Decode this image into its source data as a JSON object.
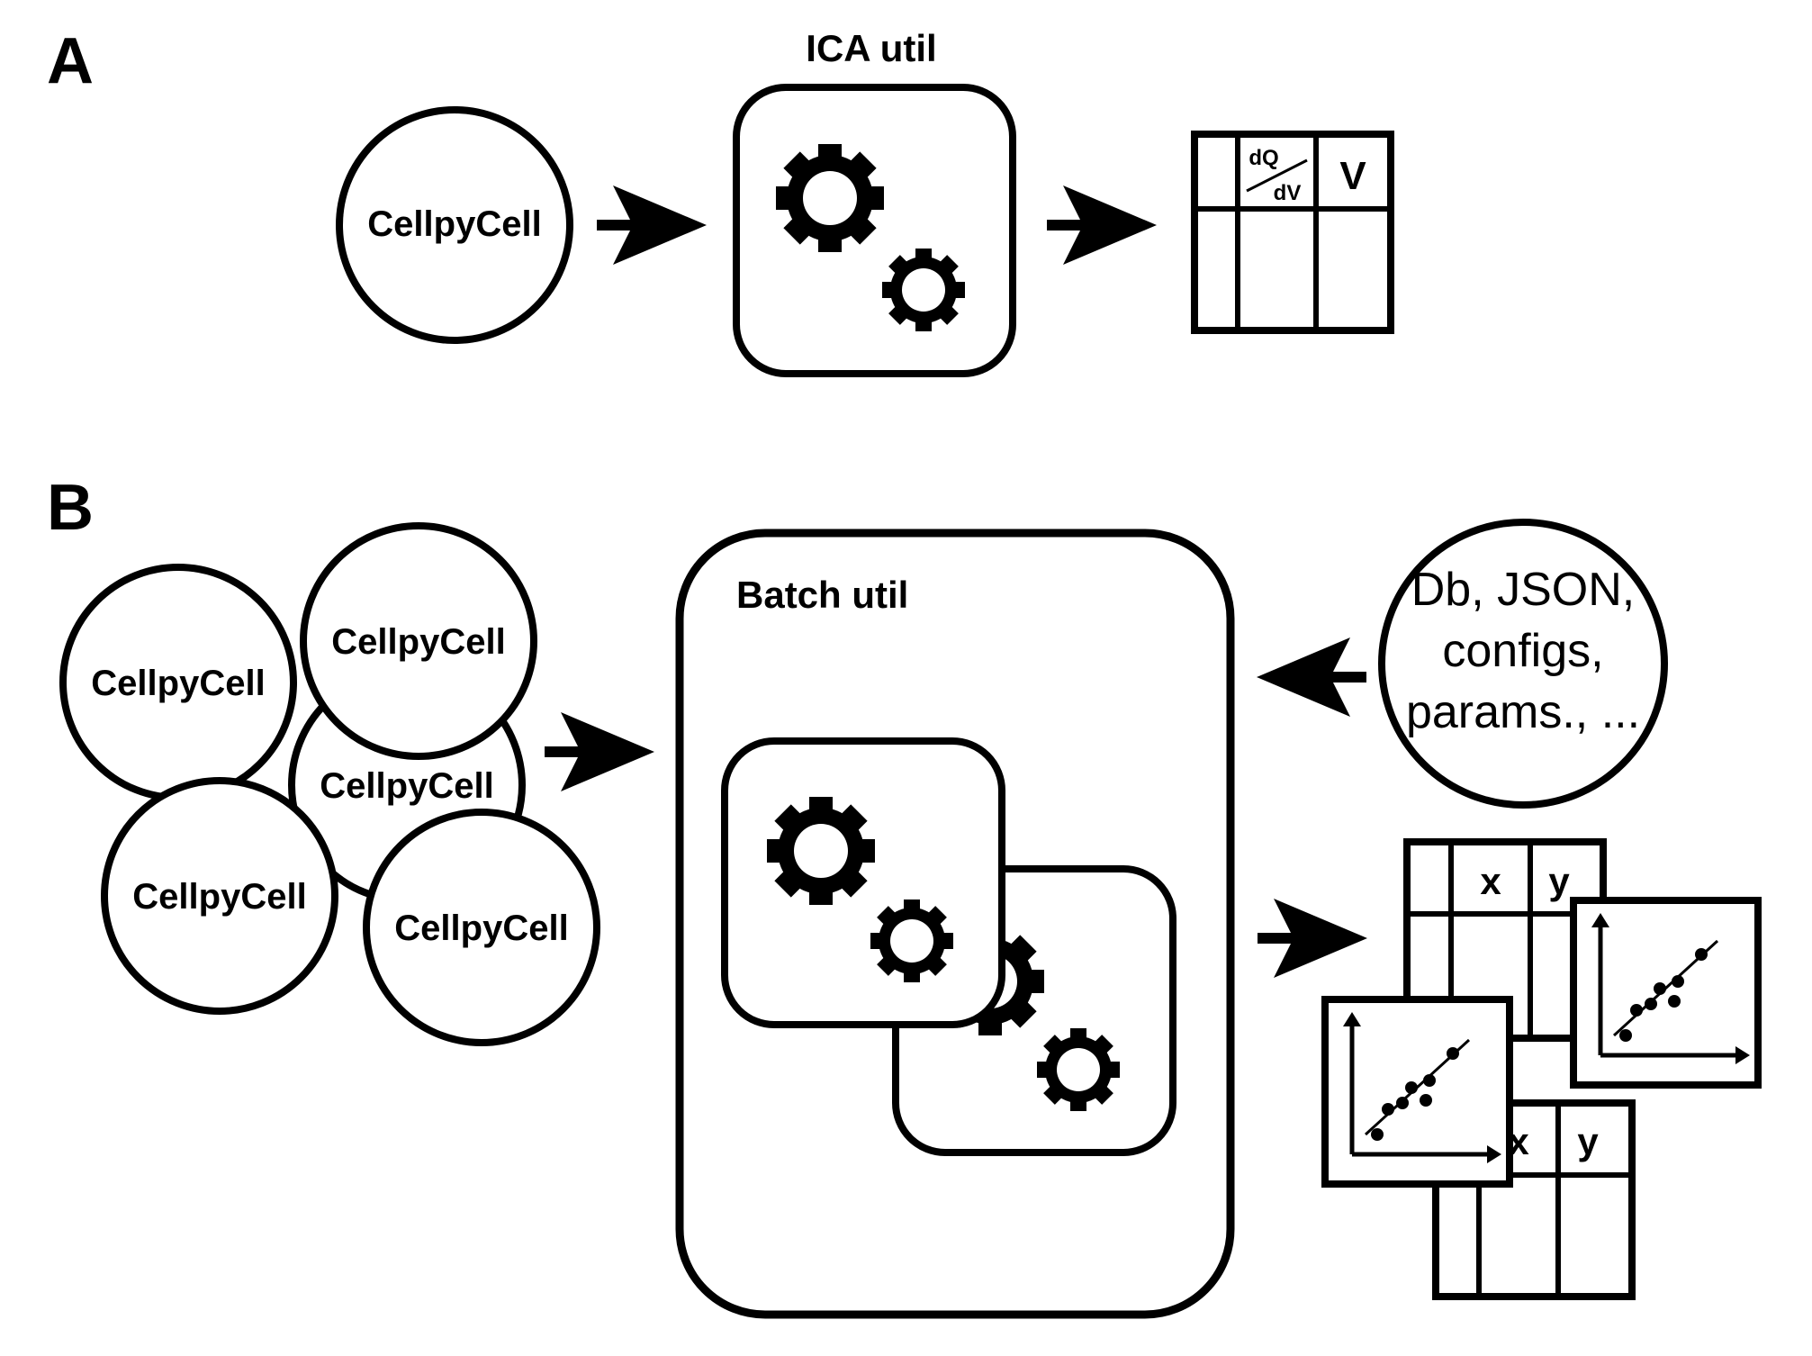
{
  "panels": {
    "a": {
      "label": "A"
    },
    "b": {
      "label": "B"
    }
  },
  "ica": {
    "title": "ICA util",
    "input_label": "CellpyCell",
    "table": {
      "dq": "dQ",
      "dv": "dV",
      "v": "V"
    }
  },
  "batch": {
    "title": "Batch util",
    "cells": [
      "CellpyCell",
      "CellpyCell",
      "CellpyCell",
      "CellpyCell",
      "CellpyCell"
    ],
    "inputs": [
      "Db, JSON,",
      "configs,",
      "params., ..."
    ],
    "tables": [
      {
        "col1": "x",
        "col2": "y"
      },
      {
        "col1": "x",
        "col2": "y"
      }
    ]
  }
}
